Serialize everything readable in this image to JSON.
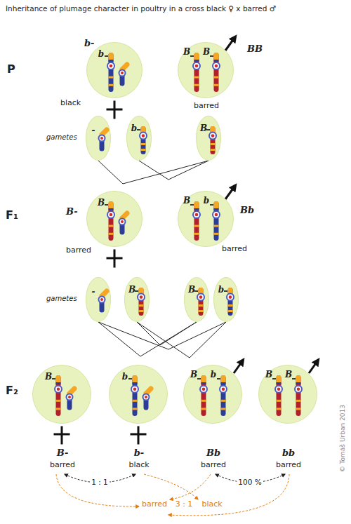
{
  "diagram": {
    "title": "Inheritance of plumage character in poultry in a cross black ♀ x barred ♂",
    "nodes": [
      {
        "text": [
          "b-",
          "b",
          "black"
        ]
      },
      {
        "text": [
          "BB",
          "B",
          "B",
          "barred"
        ]
      },
      {
        "text": [
          "-"
        ]
      },
      {
        "text": [
          "b"
        ]
      },
      {
        "text": [
          "B"
        ]
      },
      {
        "text": [
          "B-",
          "B",
          "barred"
        ]
      },
      {
        "text": [
          "Bb",
          "B",
          "b",
          "barred"
        ]
      },
      {
        "text": [
          "-"
        ]
      },
      {
        "text": [
          "B"
        ]
      },
      {
        "text": [
          "B"
        ]
      },
      {
        "text": [
          "b"
        ]
      },
      {
        "text": [
          "B",
          "B-",
          "barred"
        ]
      },
      {
        "text": [
          "b",
          "b-",
          "black"
        ]
      },
      {
        "text": [
          "B",
          "b",
          "Bb",
          "barred"
        ]
      },
      {
        "text": [
          "B",
          "B",
          "bb",
          "barred"
        ]
      }
    ],
    "edges": [
      {
        "from": 2,
        "to": 4,
        "arrow": "none"
      },
      {
        "from": 3,
        "to": 4,
        "arrow": "none"
      },
      {
        "from": 7,
        "to": 9,
        "arrow": "none"
      },
      {
        "from": 7,
        "to": 10,
        "arrow": "none"
      },
      {
        "from": 8,
        "to": 9,
        "arrow": "none"
      },
      {
        "from": 8,
        "to": 10,
        "arrow": "none"
      }
    ],
    "labels": [
      "P",
      "gametes",
      "F₁",
      "gametes",
      "F₂",
      "1 : 1",
      "100 %",
      "barred",
      "3 : 1",
      "black",
      "© Tomáš Urban 2013"
    ]
  }
}
